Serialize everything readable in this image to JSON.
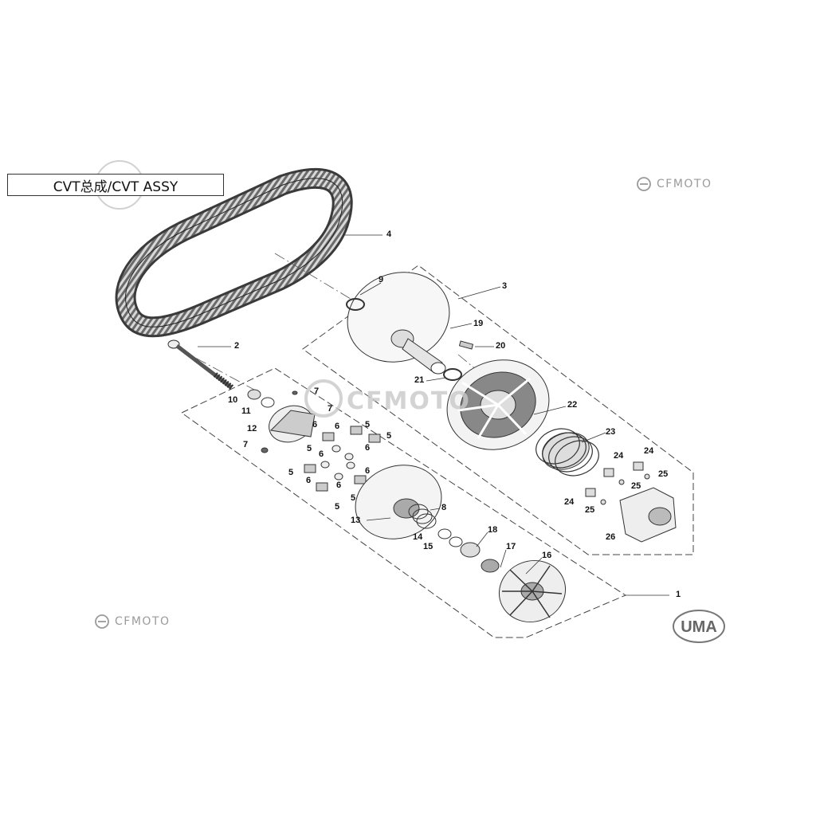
{
  "title": "CVT总成/CVT ASSY",
  "logos": {
    "brand_text": "CFMOTO",
    "badge_text": "UMA"
  },
  "callouts": [
    {
      "id": "c4",
      "text": "4"
    },
    {
      "id": "c9",
      "text": "9"
    },
    {
      "id": "c3",
      "text": "3"
    },
    {
      "id": "c19",
      "text": "19"
    },
    {
      "id": "c20",
      "text": "20"
    },
    {
      "id": "c2",
      "text": "2"
    },
    {
      "id": "c21",
      "text": "21"
    },
    {
      "id": "c22",
      "text": "22"
    },
    {
      "id": "c23",
      "text": "23"
    },
    {
      "id": "c24a",
      "text": "24"
    },
    {
      "id": "c24b",
      "text": "24"
    },
    {
      "id": "c24c",
      "text": "24"
    },
    {
      "id": "c25a",
      "text": "25"
    },
    {
      "id": "c25b",
      "text": "25"
    },
    {
      "id": "c25c",
      "text": "25"
    },
    {
      "id": "c26",
      "text": "26"
    },
    {
      "id": "c10",
      "text": "10"
    },
    {
      "id": "c11",
      "text": "11"
    },
    {
      "id": "c12",
      "text": "12"
    },
    {
      "id": "c7a",
      "text": "7"
    },
    {
      "id": "c7b",
      "text": "7"
    },
    {
      "id": "c7c",
      "text": "7"
    },
    {
      "id": "c6a",
      "text": "6"
    },
    {
      "id": "c6b",
      "text": "6"
    },
    {
      "id": "c6c",
      "text": "6"
    },
    {
      "id": "c6d",
      "text": "6"
    },
    {
      "id": "c6e",
      "text": "6"
    },
    {
      "id": "c6f",
      "text": "6"
    },
    {
      "id": "c6g",
      "text": "6"
    },
    {
      "id": "c5a",
      "text": "5"
    },
    {
      "id": "c5b",
      "text": "5"
    },
    {
      "id": "c5c",
      "text": "5"
    },
    {
      "id": "c5d",
      "text": "5"
    },
    {
      "id": "c5e",
      "text": "5"
    },
    {
      "id": "c5f",
      "text": "5"
    },
    {
      "id": "c8",
      "text": "8"
    },
    {
      "id": "c13",
      "text": "13"
    },
    {
      "id": "c14",
      "text": "14"
    },
    {
      "id": "c15",
      "text": "15"
    },
    {
      "id": "c18",
      "text": "18"
    },
    {
      "id": "c17",
      "text": "17"
    },
    {
      "id": "c16",
      "text": "16"
    },
    {
      "id": "c1",
      "text": "1"
    }
  ]
}
